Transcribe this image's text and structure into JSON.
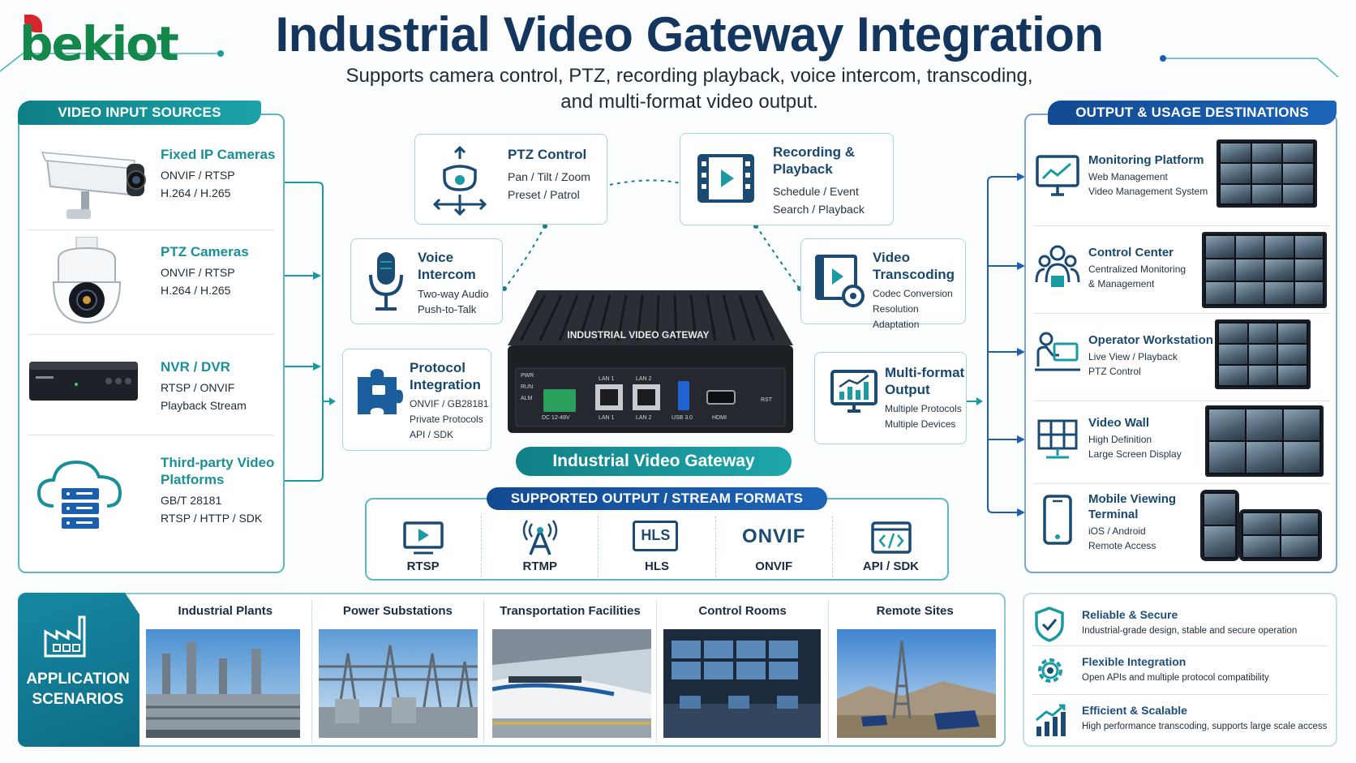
{
  "brand": {
    "logo": "bekiot"
  },
  "header": {
    "title": "Industrial Video Gateway Integration",
    "subtitle_line1": "Supports camera control, PTZ, recording playback, voice intercom, transcoding,",
    "subtitle_line2": "and multi-format video output."
  },
  "inputs": {
    "heading": "VIDEO INPUT SOURCES",
    "items": [
      {
        "name": "Fixed IP Cameras",
        "line1": "ONVIF / RTSP",
        "line2": "H.264 / H.265",
        "icon": "bullet-camera-icon"
      },
      {
        "name": "PTZ Cameras",
        "line1": "ONVIF / RTSP",
        "line2": "H.264 / H.265",
        "icon": "dome-camera-icon"
      },
      {
        "name": "NVR / DVR",
        "line1": "RTSP / ONVIF",
        "line2": "Playback Stream",
        "icon": "nvr-icon"
      },
      {
        "name": "Third-party Video Platforms",
        "name1": "Third-party Video",
        "name2": "Platforms",
        "line1": "GB/T 28181",
        "line2": "RTSP / HTTP / SDK",
        "icon": "cloud-server-icon"
      }
    ]
  },
  "features": {
    "ptz": {
      "name": "PTZ Control",
      "line1": "Pan / Tilt / Zoom",
      "line2": "Preset / Patrol"
    },
    "recording": {
      "name1": "Recording &",
      "name2": "Playback",
      "line1": "Schedule / Event",
      "line2": "Search / Playback"
    },
    "voice": {
      "name1": "Voice",
      "name2": "Intercom",
      "line1": "Two-way Audio",
      "line2": "Push-to-Talk"
    },
    "transcoding": {
      "name1": "Video",
      "name2": "Transcoding",
      "line1": "Codec Conversion",
      "line2": "Resolution Adaptation"
    },
    "protocol": {
      "name1": "Protocol",
      "name2": "Integration",
      "line1": "ONVIF / GB28181",
      "line2": "Private Protocols",
      "line3": "API / SDK"
    },
    "multiformat": {
      "name1": "Multi-format",
      "name2": "Output",
      "line1": "Multiple Protocols",
      "line2": "Multiple Devices"
    }
  },
  "device": {
    "top_label": "INDUSTRIAL VIDEO GATEWAY",
    "ports": {
      "pwr": "PWR",
      "run": "RUN",
      "alm": "ALM",
      "dc": "DC 12-48V",
      "lan1": "LAN 1",
      "lan2": "LAN 2",
      "usb": "USB 3.0",
      "hdmi": "HDMI",
      "rst": "RST"
    },
    "banner": "Industrial Video Gateway"
  },
  "formats": {
    "heading": "SUPPORTED OUTPUT / STREAM FORMATS",
    "items": [
      {
        "label": "RTSP",
        "icon": "play-screen-icon"
      },
      {
        "label": "RTMP",
        "icon": "broadcast-tower-icon"
      },
      {
        "label": "HLS",
        "icon": "hls-icon",
        "glyph": "HLS"
      },
      {
        "label": "ONVIF",
        "icon": "onvif-logo-icon",
        "glyph": "ONVIF"
      },
      {
        "label": "API / SDK",
        "icon": "code-window-icon"
      }
    ]
  },
  "outputs": {
    "heading": "OUTPUT & USAGE DESTINATIONS",
    "items": [
      {
        "name": "Monitoring Platform",
        "line1": "Web Management",
        "line2": "Video Management System",
        "icon": "monitor-chart-icon"
      },
      {
        "name": "Control Center",
        "line1": "Centralized Monitoring",
        "line2": "& Management",
        "icon": "team-icon"
      },
      {
        "name": "Operator Workstation",
        "line1": "Live View / Playback",
        "line2": "PTZ Control",
        "icon": "operator-icon"
      },
      {
        "name": "Video Wall",
        "line1": "High Definition",
        "line2": "Large Screen Display",
        "icon": "video-wall-icon"
      },
      {
        "name": "Mobile Viewing Terminal",
        "name1": "Mobile Viewing",
        "name2": "Terminal",
        "line1": "iOS / Android",
        "line2": "Remote Access",
        "icon": "smartphone-icon"
      }
    ]
  },
  "scenarios": {
    "heading1": "APPLICATION",
    "heading2": "SCENARIOS",
    "items": [
      {
        "label": "Industrial Plants"
      },
      {
        "label": "Power Substations"
      },
      {
        "label": "Transportation Facilities"
      },
      {
        "label": "Control Rooms"
      },
      {
        "label": "Remote Sites"
      }
    ]
  },
  "benefits": [
    {
      "name": "Reliable & Secure",
      "detail": "Industrial-grade design, stable and secure operation",
      "icon": "shield-icon"
    },
    {
      "name": "Flexible Integration",
      "detail": "Open APIs and multiple protocol compatibility",
      "icon": "gear-icon"
    },
    {
      "name": "Efficient & Scalable",
      "detail": "High performance transcoding, supports large scale access",
      "icon": "growth-chart-icon"
    }
  ],
  "colors": {
    "teal": "#1a9aa3",
    "navy": "#13355e",
    "blue": "#1d5fae",
    "green": "#14884a",
    "red": "#d6262c"
  }
}
